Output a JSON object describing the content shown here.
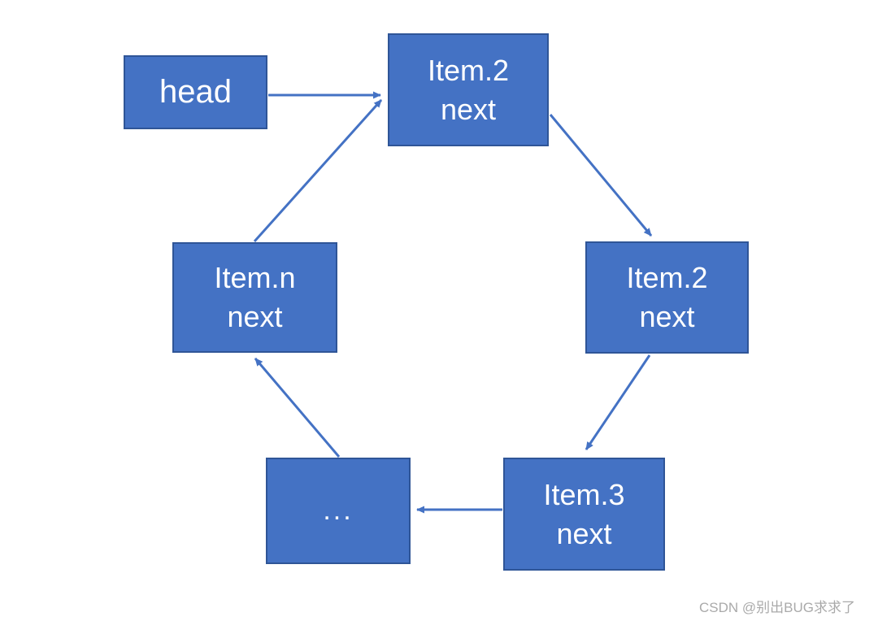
{
  "diagram": {
    "type": "circular-linked-list",
    "nodes": [
      {
        "id": "head",
        "label": "head"
      },
      {
        "id": "item2-top",
        "line1": "Item.2",
        "line2": "next"
      },
      {
        "id": "item2-right",
        "line1": "Item.2",
        "line2": "next"
      },
      {
        "id": "item3",
        "line1": "Item.3",
        "line2": "next"
      },
      {
        "id": "dots",
        "label": "..."
      },
      {
        "id": "item-n",
        "line1": "Item.n",
        "line2": "next"
      }
    ],
    "edges": [
      {
        "from": "head",
        "to": "item2-top"
      },
      {
        "from": "item2-top",
        "to": "item2-right"
      },
      {
        "from": "item2-right",
        "to": "item3"
      },
      {
        "from": "item3",
        "to": "dots"
      },
      {
        "from": "dots",
        "to": "item-n"
      },
      {
        "from": "item-n",
        "to": "item2-top"
      }
    ],
    "colors": {
      "box_fill": "#4472C4",
      "box_border": "#2F5597",
      "arrow": "#4472C4",
      "text": "#FFFFFF",
      "watermark": "#AAAAAA"
    }
  },
  "watermark": {
    "text": "CSDN @别出BUG求求了"
  }
}
